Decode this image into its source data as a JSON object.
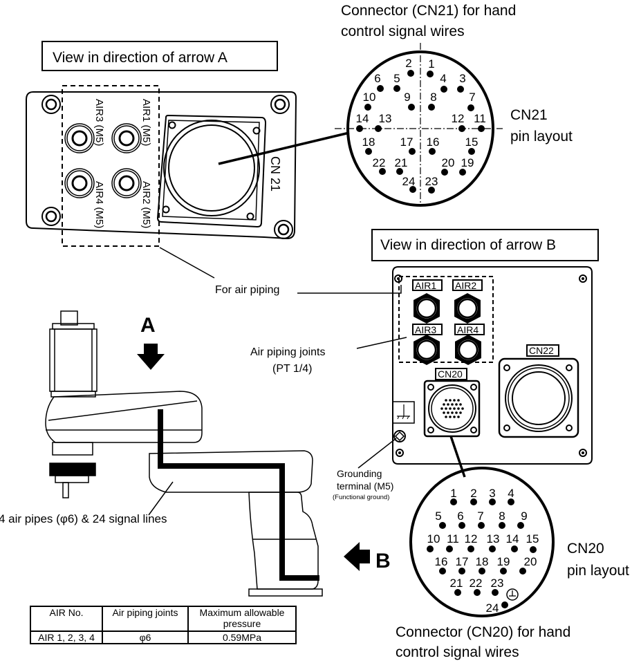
{
  "view_a": {
    "title": "View in direction of arrow A",
    "ports": [
      {
        "label": "AIR1 (M5)"
      },
      {
        "label": "AIR2 (M5)"
      },
      {
        "label": "AIR3 (M5)"
      },
      {
        "label": "AIR4 (M5)"
      }
    ],
    "connector_label": "CN 21"
  },
  "cn21": {
    "caption_line1": "Connector (CN21) for hand",
    "caption_line2": "control signal wires",
    "layout_line1": "CN21",
    "layout_line2": "pin layout",
    "pins": [
      "1",
      "2",
      "3",
      "4",
      "5",
      "6",
      "7",
      "8",
      "9",
      "10",
      "11",
      "12",
      "13",
      "14",
      "15",
      "16",
      "17",
      "18",
      "19",
      "20",
      "21",
      "22",
      "23",
      "24"
    ]
  },
  "view_b": {
    "title": "View in direction of arrow B",
    "air_labels": [
      "AIR1",
      "AIR2",
      "AIR3",
      "AIR4"
    ],
    "cn20_label": "CN20",
    "cn22_label": "CN22"
  },
  "cn20": {
    "layout_line1": "CN20",
    "layout_line2": "pin layout",
    "caption_line1": "Connector (CN20) for hand",
    "caption_line2": "control signal wires",
    "pins": [
      "1",
      "2",
      "3",
      "4",
      "5",
      "6",
      "7",
      "8",
      "9",
      "10",
      "11",
      "12",
      "13",
      "14",
      "15",
      "16",
      "17",
      "18",
      "19",
      "20",
      "21",
      "22",
      "23",
      "24"
    ],
    "ground_symbol": "⏚"
  },
  "annotations": {
    "for_air_piping": "For air piping",
    "air_joints_line1": "Air piping joints",
    "air_joints_line2": "(PT 1/4)",
    "grounding_line1": "Grounding",
    "grounding_line2": "terminal (M5)",
    "grounding_line3": "(Functional ground)",
    "pipes_and_lines": "4 air pipes (φ6) & 24 signal lines",
    "arrow_a": "A",
    "arrow_b": "B"
  },
  "air_table": {
    "headers": [
      "AIR No.",
      "Air piping joints",
      "Maximum allowable pressure"
    ],
    "rows": [
      [
        "AIR 1, 2, 3, 4",
        "φ6",
        "0.59MPa"
      ]
    ]
  }
}
